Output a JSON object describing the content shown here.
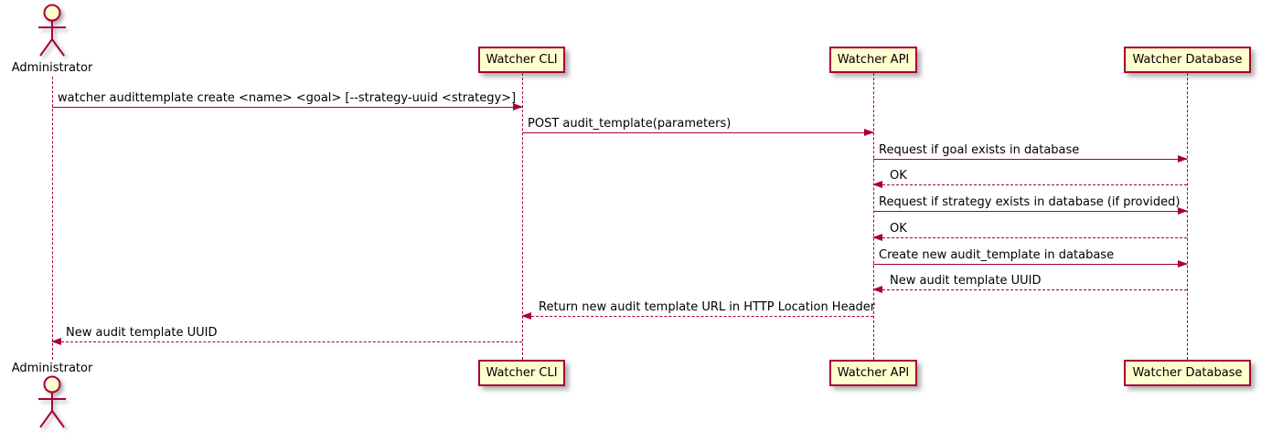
{
  "diagram_type": "uml-sequence",
  "colors": {
    "line": "#A80036",
    "participant_fill": "#FEFECE",
    "text": "#000000",
    "background": "#FFFFFF"
  },
  "actor": {
    "label": "Administrator"
  },
  "participants": {
    "cli": {
      "label": "Watcher CLI"
    },
    "api": {
      "label": "Watcher API"
    },
    "db": {
      "label": "Watcher Database"
    }
  },
  "messages": [
    {
      "from": "Administrator",
      "to": "Watcher CLI",
      "style": "solid",
      "text": "watcher audittemplate create <name> <goal> [--strategy-uuid <strategy>]"
    },
    {
      "from": "Watcher CLI",
      "to": "Watcher API",
      "style": "solid",
      "text": "POST audit_template(parameters)"
    },
    {
      "from": "Watcher API",
      "to": "Watcher Database",
      "style": "solid",
      "text": "Request if goal exists in database"
    },
    {
      "from": "Watcher Database",
      "to": "Watcher API",
      "style": "dashed",
      "text": "OK"
    },
    {
      "from": "Watcher API",
      "to": "Watcher Database",
      "style": "solid",
      "text": "Request if strategy exists in database (if provided)"
    },
    {
      "from": "Watcher Database",
      "to": "Watcher API",
      "style": "dashed",
      "text": "OK"
    },
    {
      "from": "Watcher API",
      "to": "Watcher Database",
      "style": "solid",
      "text": "Create new audit_template in database"
    },
    {
      "from": "Watcher Database",
      "to": "Watcher API",
      "style": "dashed",
      "text": "New audit template UUID"
    },
    {
      "from": "Watcher API",
      "to": "Watcher CLI",
      "style": "dashed",
      "text": "Return new audit template URL in HTTP Location Header"
    },
    {
      "from": "Watcher CLI",
      "to": "Administrator",
      "style": "dashed",
      "text": "New audit template UUID"
    }
  ]
}
